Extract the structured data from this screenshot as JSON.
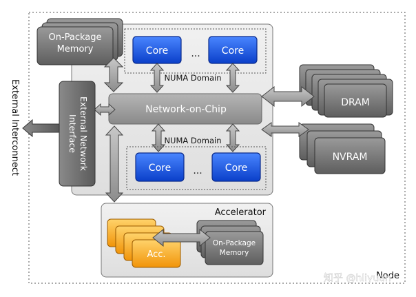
{
  "labels": {
    "on_package_memory_top": [
      "On-Package",
      "Memory"
    ],
    "core_top_left": "Core",
    "core_top_right": "Core",
    "ellipsis_top": "...",
    "numa_domain_top": "NUMA Domain",
    "network_on_chip": "Network-on-Chip",
    "numa_domain_bottom": "NUMA Domain",
    "core_bottom_left": "Core",
    "core_bottom_right": "Core",
    "ellipsis_bottom": "...",
    "external_network_interface": [
      "External Network",
      "Interface"
    ],
    "external_interconnect": "External Interconnect",
    "dram": "DRAM",
    "nvram": "NVRAM",
    "accelerator": "Accelerator",
    "acc": "Acc.",
    "on_package_memory_acc": [
      "On-Package",
      "Memory"
    ],
    "node": "Node",
    "watermark": "知乎 @hliyuan"
  },
  "colors": {
    "core_blue": "#1652e0",
    "core_blue_light": "#4a86ff",
    "acc_orange": "#f7a21b",
    "acc_orange_light": "#ffd36b",
    "gray_dark": "#6f6f6f",
    "gray_light": "#b8b8b8",
    "panel": "#e6e6e6"
  }
}
